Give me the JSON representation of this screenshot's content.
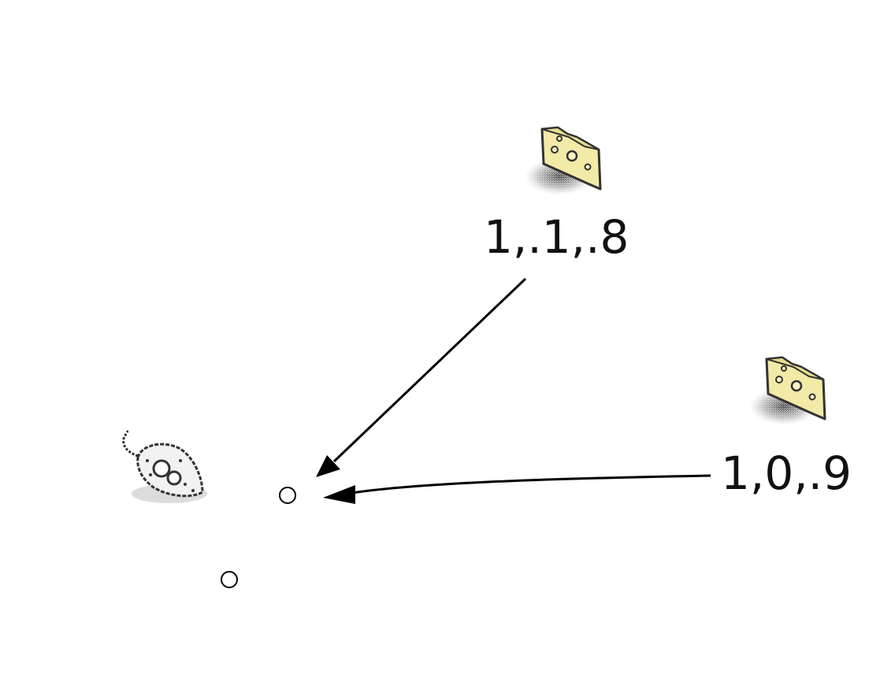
{
  "diagram": {
    "cheese_a": {
      "icon": "cheese-icon",
      "label": "1,.1,.8"
    },
    "cheese_b": {
      "icon": "cheese-icon",
      "label": "1,0,.9"
    },
    "mouse": {
      "icon": "mouse-icon"
    },
    "waypoints": [
      "waypoint-circle",
      "waypoint-circle",
      "waypoint-circle"
    ],
    "colors": {
      "cheese_fill": "#f2eaa6",
      "cheese_outline": "#333333",
      "arrow": "#000000",
      "text": "#111111",
      "background": "#ffffff"
    }
  }
}
